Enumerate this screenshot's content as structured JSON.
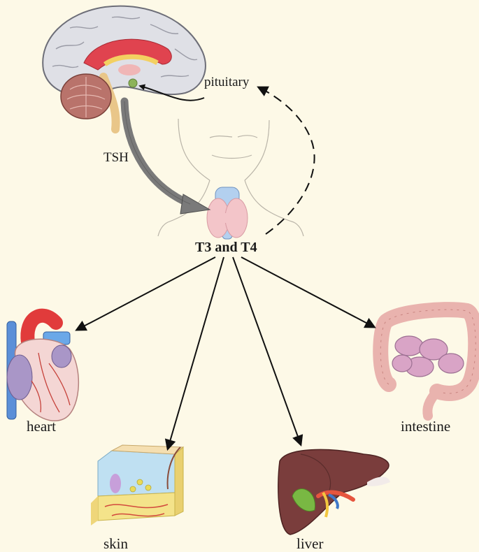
{
  "labels": {
    "pituitary": "pituitary",
    "tsh": "TSH",
    "hormones": "T3 and T4",
    "heart": "heart",
    "skin": "skin",
    "liver": "liver",
    "intestine": "intestine"
  },
  "icons": {
    "brain": "brain-icon",
    "head": "head-outline-icon",
    "thyroid": "thyroid-icon",
    "heart": "heart-icon",
    "skin": "skin-cross-section-icon",
    "liver": "liver-icon",
    "intestine": "intestine-icon"
  },
  "colors": {
    "background": "#fdf9e7",
    "tsh_arrow": "#7a7a7a",
    "arrows": "#111111"
  }
}
